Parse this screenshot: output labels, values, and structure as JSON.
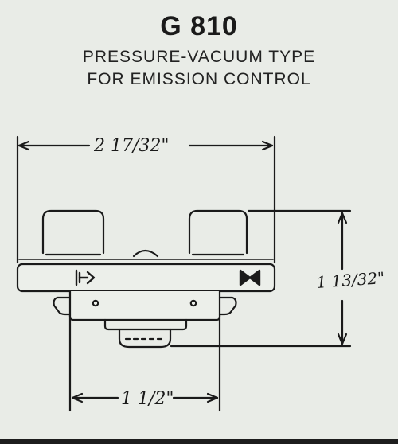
{
  "header": {
    "title": "G 810",
    "line1": "PRESSURE-VACUUM TYPE",
    "line2": "FOR EMISSION CONTROL"
  },
  "dimensions": {
    "width_label": "2 17/32\"",
    "height_label": "1 13/32\"",
    "base_label": "1 1/2\""
  }
}
